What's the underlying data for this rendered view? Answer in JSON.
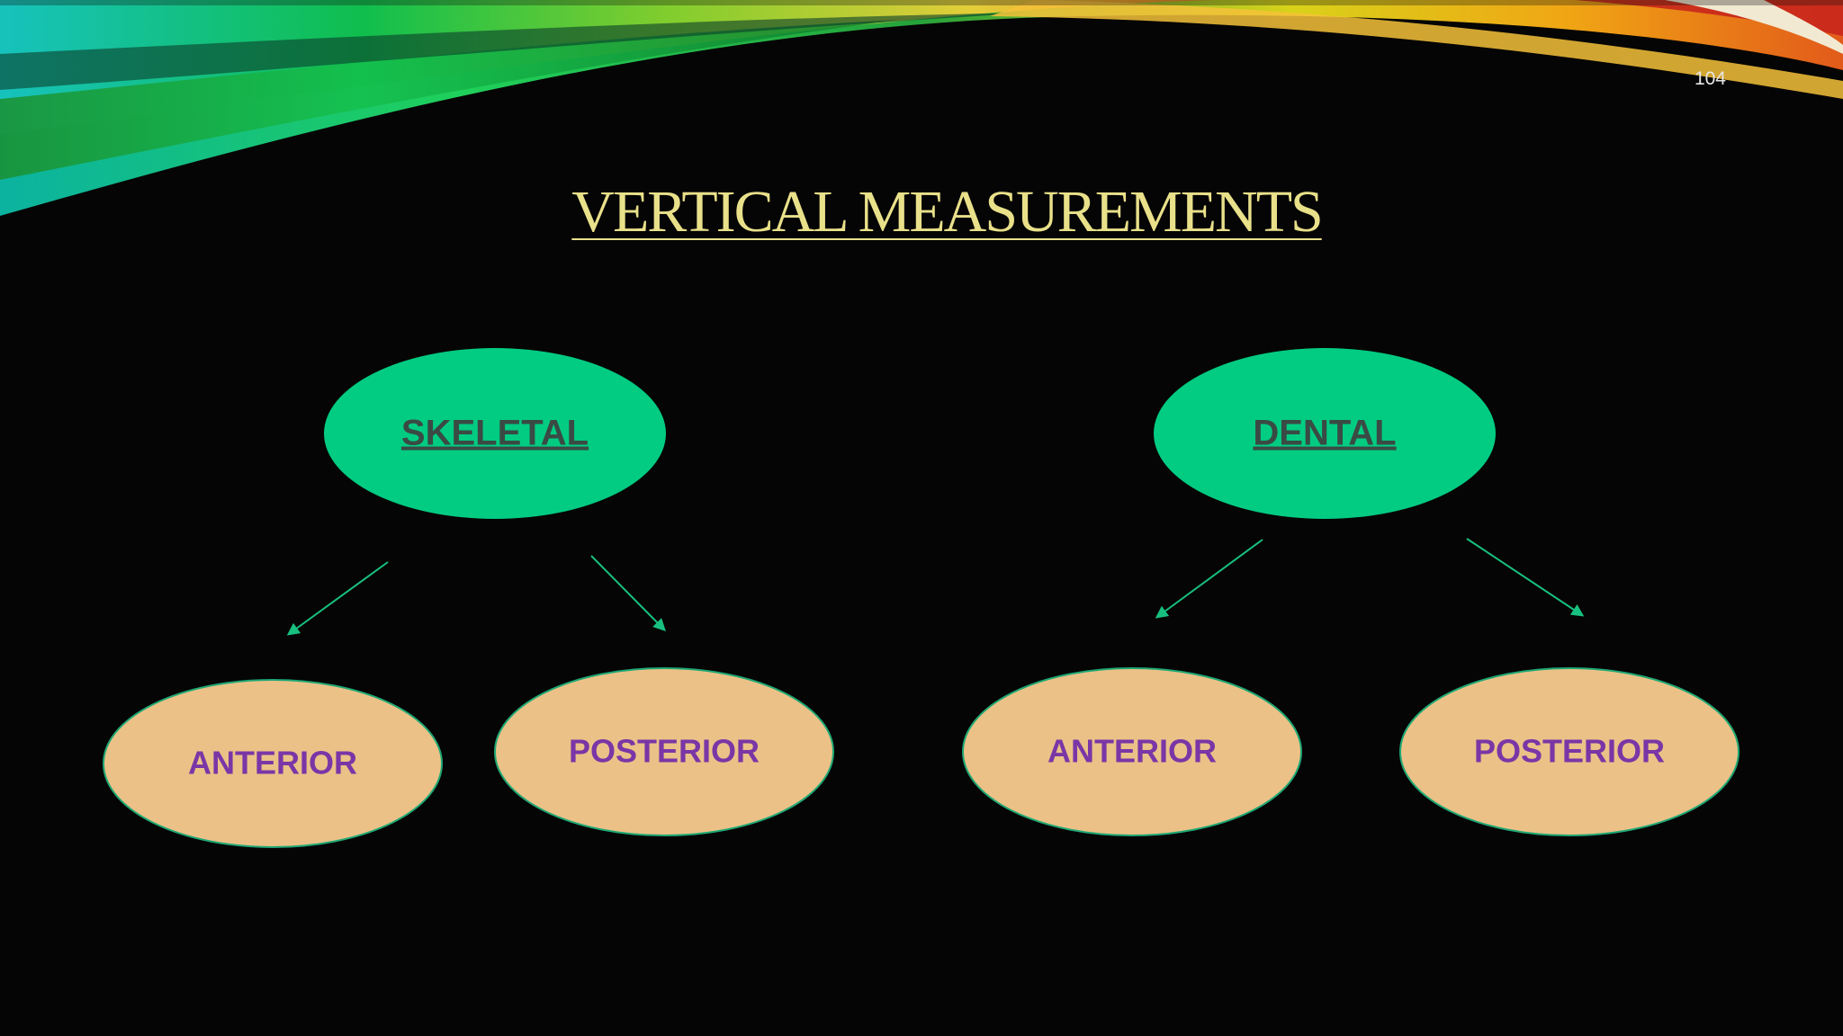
{
  "slide": {
    "page_number": "104",
    "title": "VERTICAL MEASUREMENTS"
  },
  "diagram": {
    "colors": {
      "parent_fill": "#02cc82",
      "child_fill": "#ecc187",
      "child_stroke": "#1fa874",
      "parent_text": "#3a4a44",
      "child_text": "#7a36a6",
      "arrow": "#18c07f",
      "title": "#e9e08a"
    },
    "groups": [
      {
        "parent": "SKELETAL",
        "children": [
          "ANTERIOR",
          "POSTERIOR"
        ]
      },
      {
        "parent": "DENTAL",
        "children": [
          "ANTERIOR",
          "POSTERIOR"
        ]
      }
    ]
  }
}
